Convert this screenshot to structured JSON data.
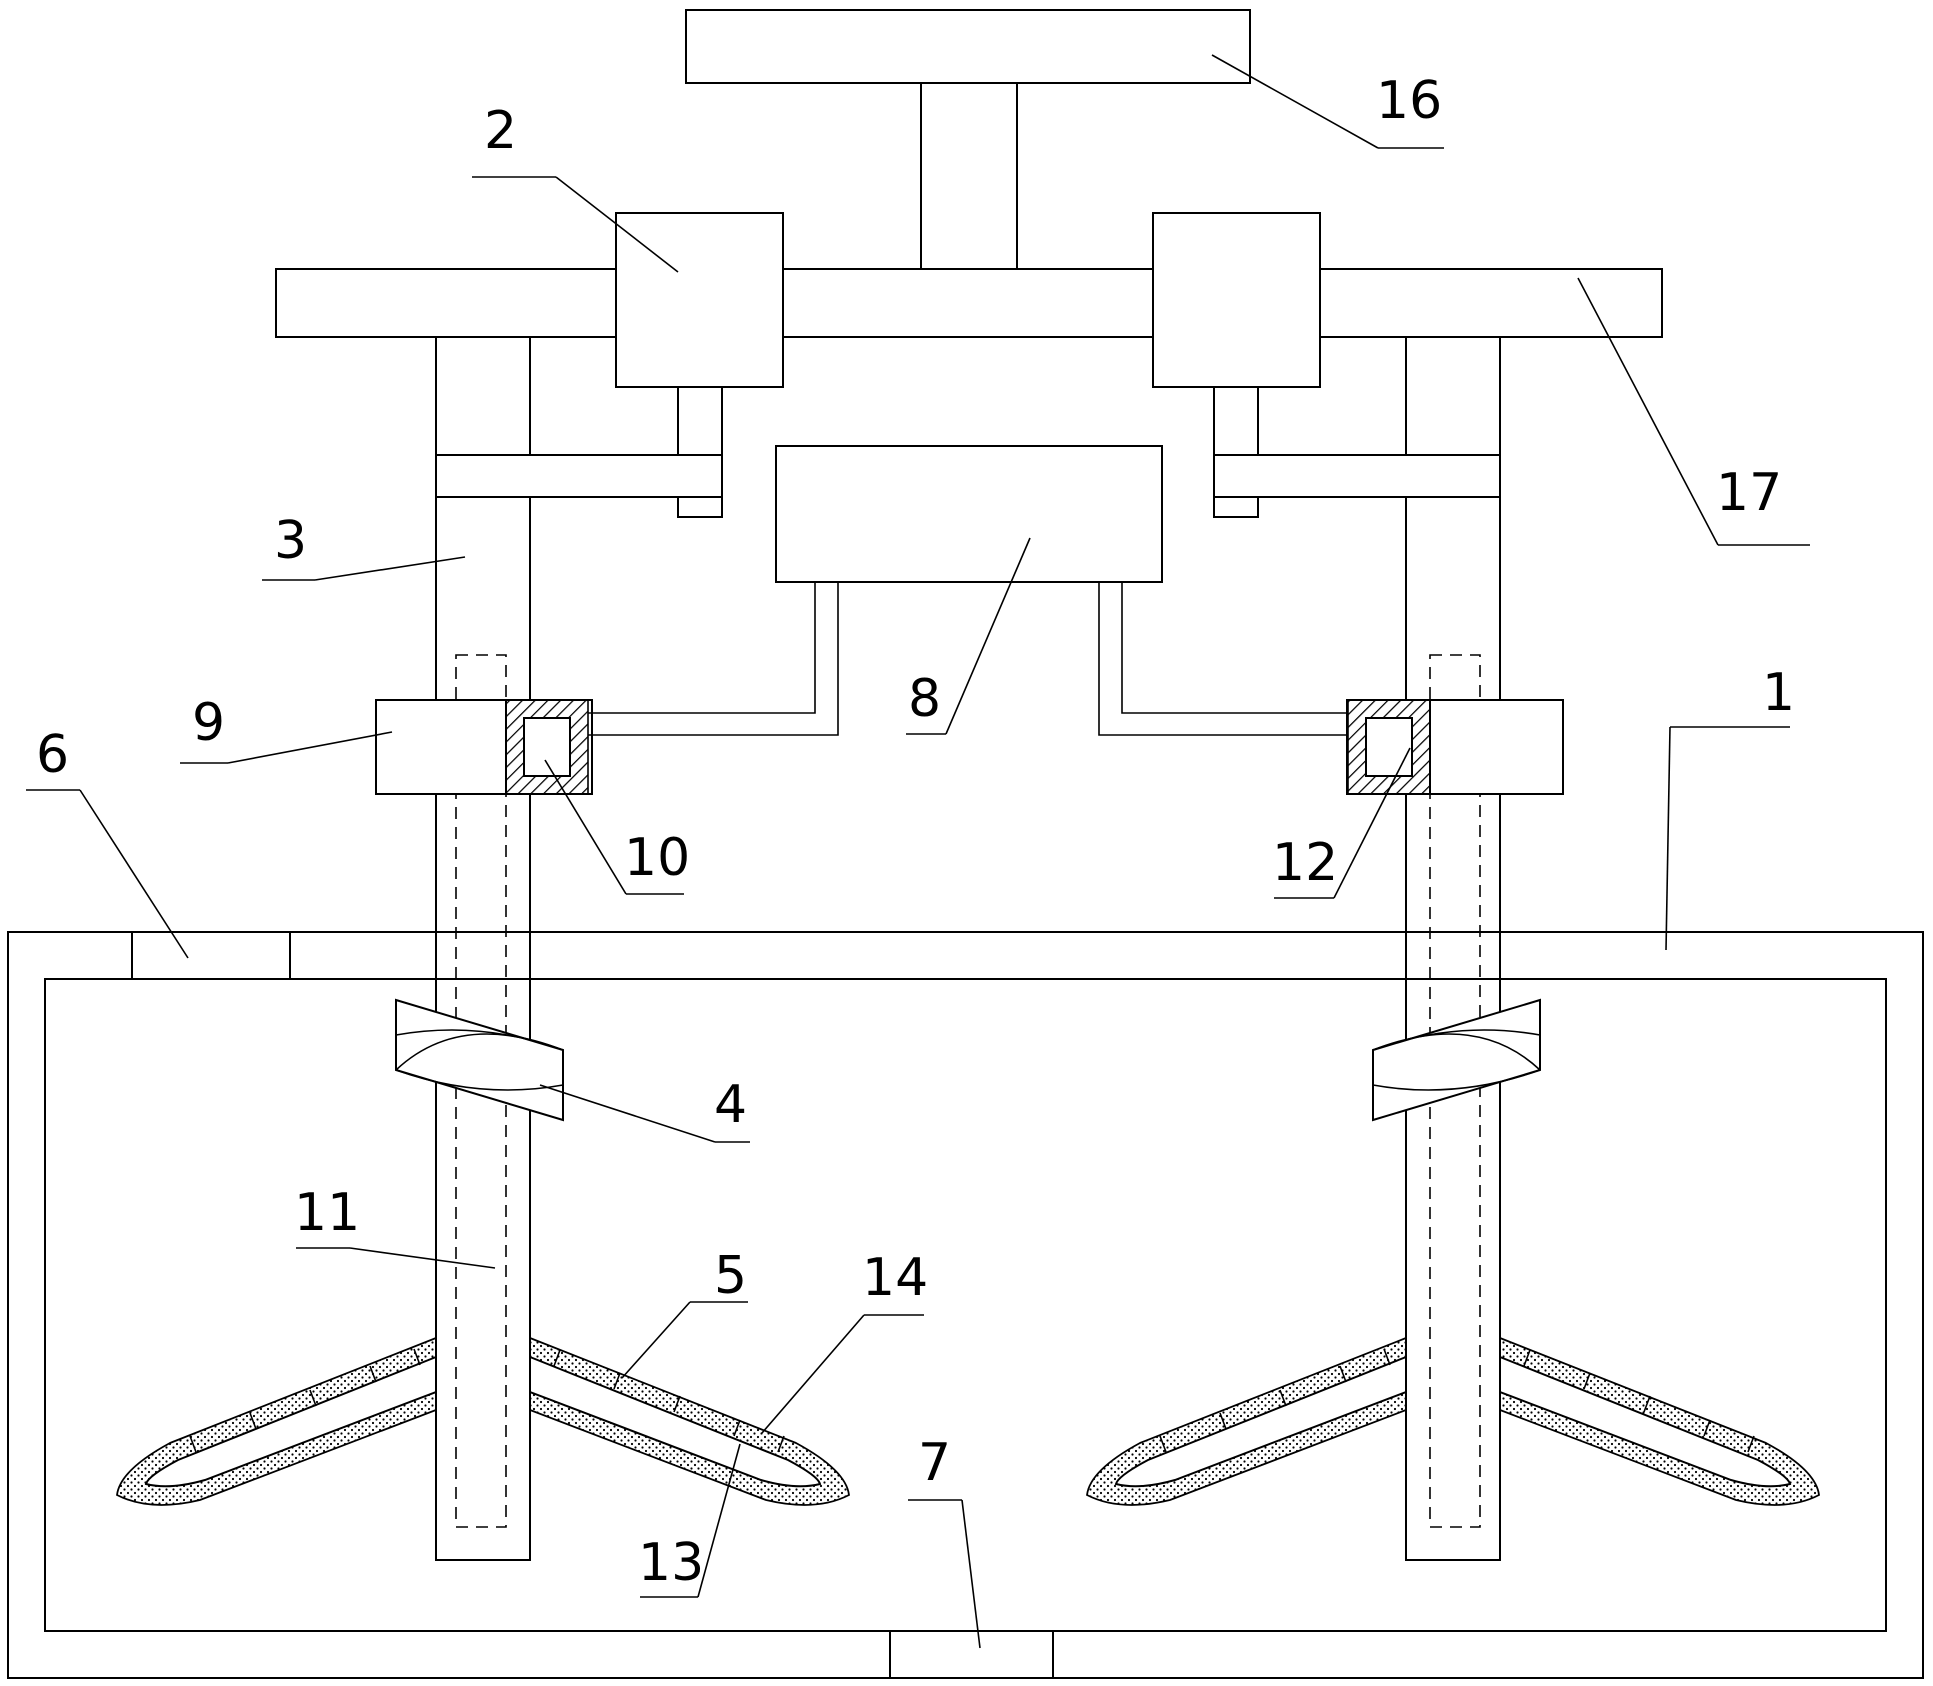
{
  "labels": {
    "l1": "1",
    "l2": "2",
    "l3": "3",
    "l4": "4",
    "l5": "5",
    "l6": "6",
    "l7": "7",
    "l8": "8",
    "l9": "9",
    "l10": "10",
    "l11": "11",
    "l12": "12",
    "l13": "13",
    "l14": "14",
    "l16": "16",
    "l17": "17"
  },
  "colors": {
    "stroke": "#000000",
    "background": "#ffffff"
  }
}
